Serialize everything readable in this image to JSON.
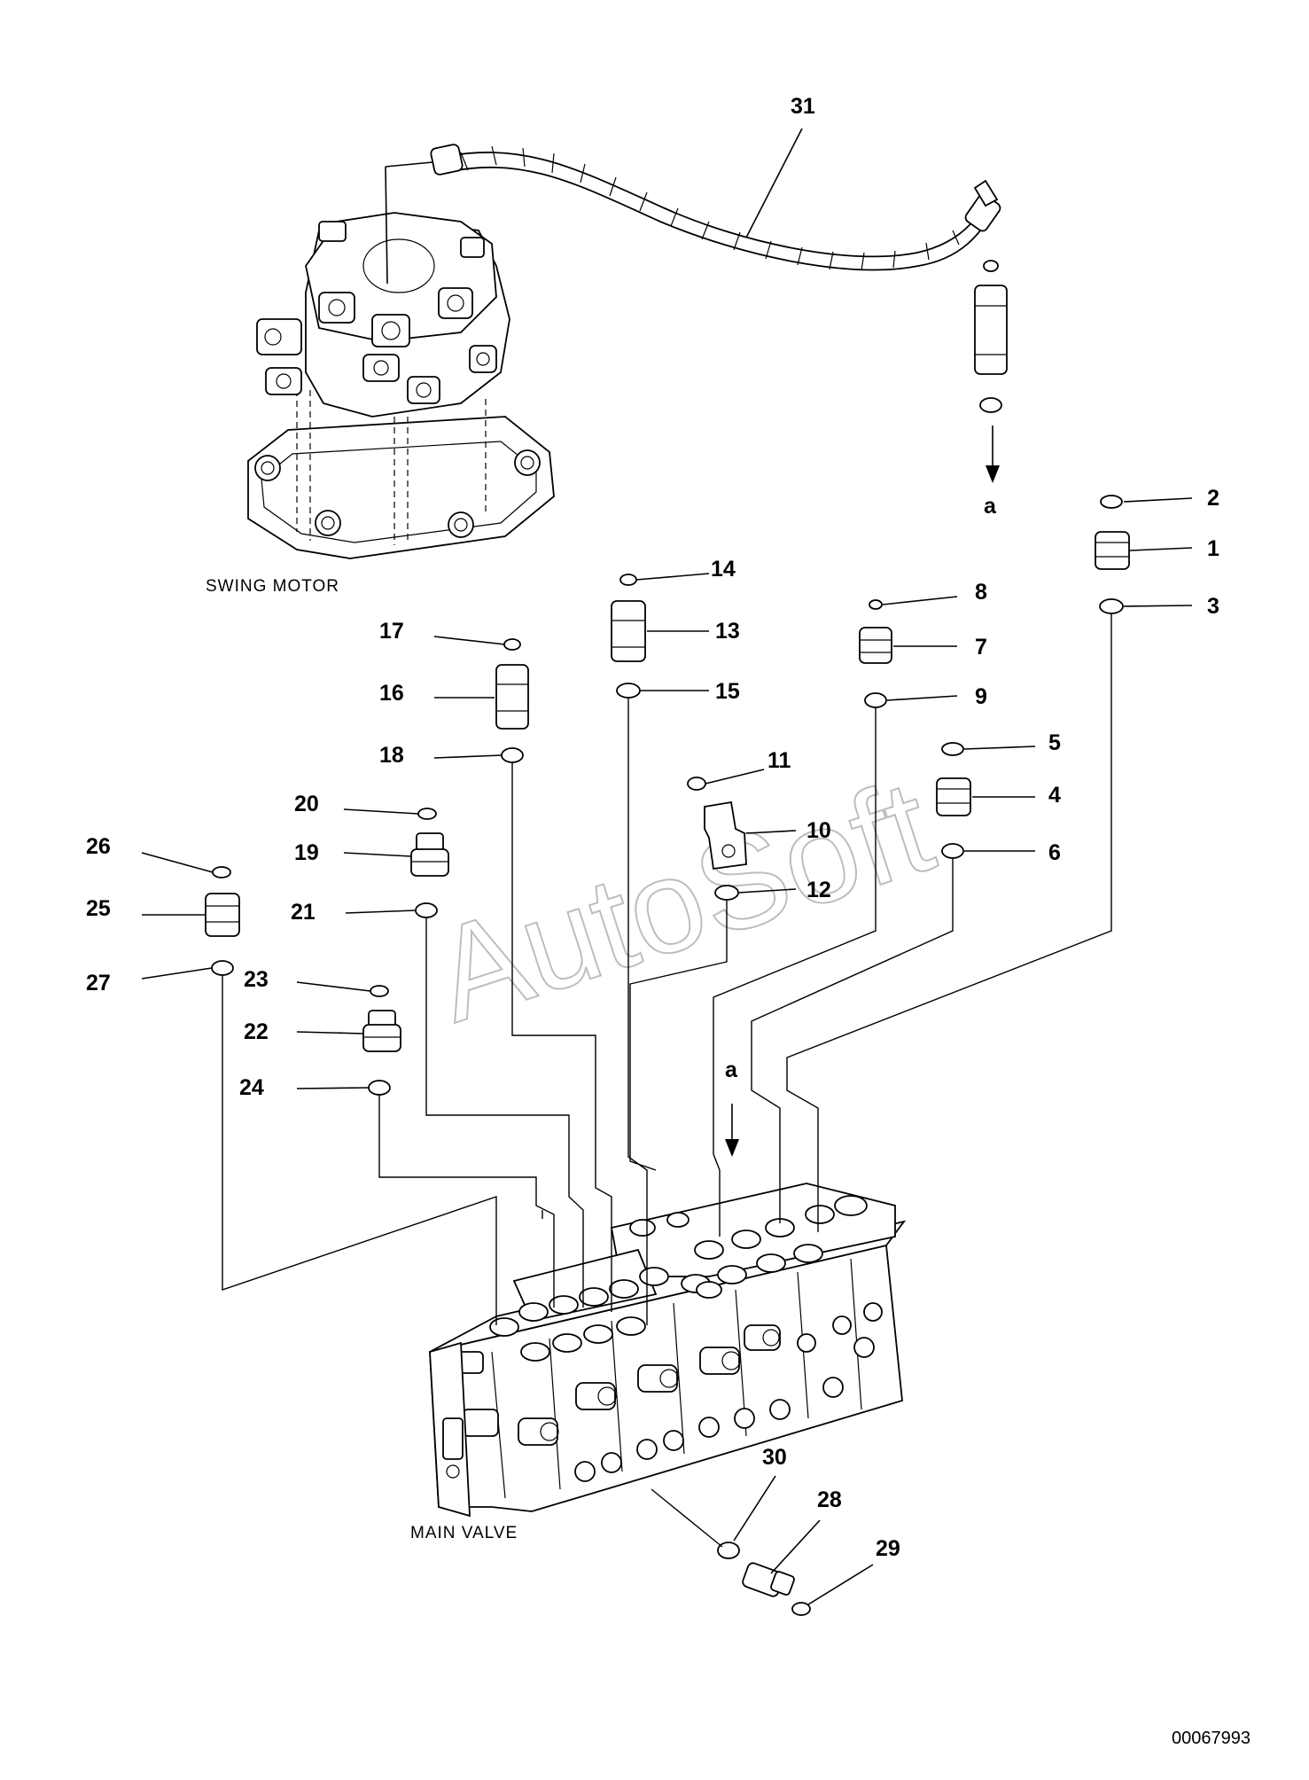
{
  "callouts": [
    {
      "id": "1",
      "label": "1"
    },
    {
      "id": "2",
      "label": "2"
    },
    {
      "id": "3",
      "label": "3"
    },
    {
      "id": "4",
      "label": "4"
    },
    {
      "id": "5",
      "label": "5"
    },
    {
      "id": "6",
      "label": "6"
    },
    {
      "id": "7",
      "label": "7"
    },
    {
      "id": "8",
      "label": "8"
    },
    {
      "id": "9",
      "label": "9"
    },
    {
      "id": "10",
      "label": "10"
    },
    {
      "id": "11",
      "label": "11"
    },
    {
      "id": "12",
      "label": "12"
    },
    {
      "id": "13",
      "label": "13"
    },
    {
      "id": "14",
      "label": "14"
    },
    {
      "id": "15",
      "label": "15"
    },
    {
      "id": "16",
      "label": "16"
    },
    {
      "id": "17",
      "label": "17"
    },
    {
      "id": "18",
      "label": "18"
    },
    {
      "id": "19",
      "label": "19"
    },
    {
      "id": "20",
      "label": "20"
    },
    {
      "id": "21",
      "label": "21"
    },
    {
      "id": "22",
      "label": "22"
    },
    {
      "id": "23",
      "label": "23"
    },
    {
      "id": "24",
      "label": "24"
    },
    {
      "id": "25",
      "label": "25"
    },
    {
      "id": "26",
      "label": "26"
    },
    {
      "id": "27",
      "label": "27"
    },
    {
      "id": "28",
      "label": "28"
    },
    {
      "id": "29",
      "label": "29"
    },
    {
      "id": "30",
      "label": "30"
    },
    {
      "id": "31",
      "label": "31"
    }
  ],
  "labels": {
    "swing_motor": "SWING MOTOR",
    "main_valve": "MAIN VALVE",
    "arrow_a_top": "a",
    "arrow_a_valve": "a"
  },
  "footer": {
    "drawing_number": "00067993"
  },
  "watermark": "AutoSoft"
}
